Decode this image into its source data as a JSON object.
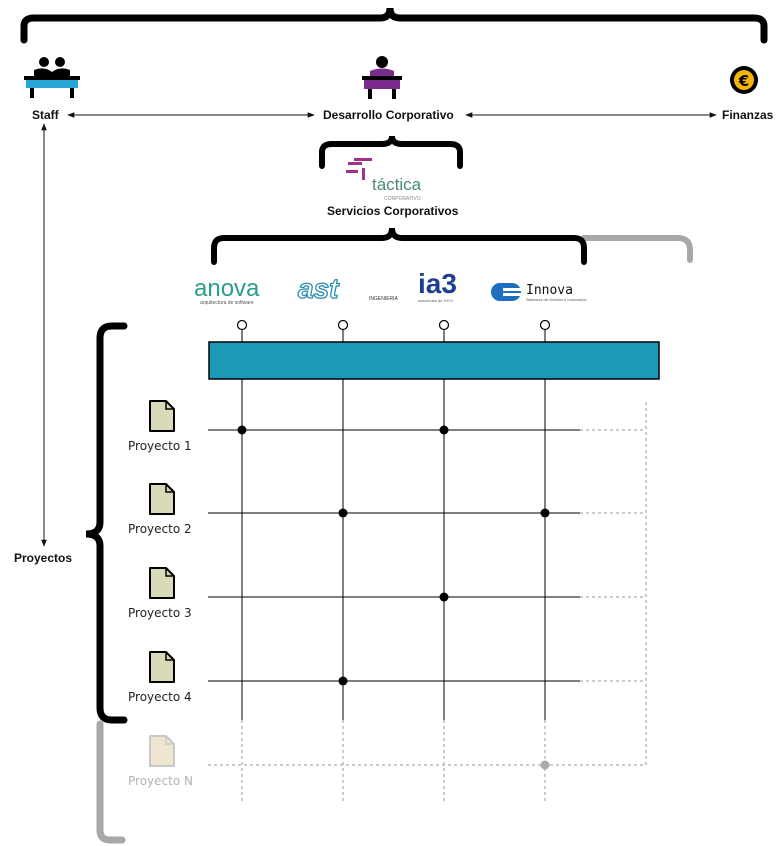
{
  "top": {
    "staff": "Staff",
    "desarrollo": "Desarrollo Corporativo",
    "finanzas": "Finanzas",
    "finanzas_symbol": "€"
  },
  "services": {
    "tactica_logo": "táctica",
    "tactica_subtext": "CORPORATIVO",
    "label": "Servicios Corporativos"
  },
  "companies": [
    {
      "logo": "anova",
      "tagline": "arquitectura de software",
      "icon": "anova-logo"
    },
    {
      "logo": "ast",
      "tagline": "INGENIERIA",
      "icon": "ast-logo"
    },
    {
      "logo": "ia3",
      "tagline": "soluciones de I+D+i",
      "icon": "ia3-logo"
    },
    {
      "logo": "Innova",
      "tagline": "Sistemas de Gestión e Innovación",
      "icon": "innova-logo"
    }
  ],
  "left_label": "Proyectos",
  "projects": [
    {
      "label": "Proyecto 1",
      "active": true
    },
    {
      "label": "Proyecto 2",
      "active": true
    },
    {
      "label": "Proyecto 3",
      "active": true
    },
    {
      "label": "Proyecto 4",
      "active": true
    },
    {
      "label": "Proyecto N",
      "active": false
    }
  ],
  "connections": [
    {
      "project": "Proyecto 1",
      "companies": [
        "anova",
        "ia3"
      ]
    },
    {
      "project": "Proyecto 2",
      "companies": [
        "ast",
        "Innova"
      ]
    },
    {
      "project": "Proyecto 3",
      "companies": [
        "ia3"
      ]
    },
    {
      "project": "Proyecto 4",
      "companies": [
        "ast"
      ]
    },
    {
      "project": "Proyecto N",
      "companies": [
        "Innova"
      ]
    }
  ],
  "colors": {
    "bar": "#1b9ab8",
    "staff_icon": "#29a8d8",
    "desarrollo_icon": "#7b2a8e",
    "tactica_green": "#4a8a72",
    "tactica_purple": "#a0328e",
    "anova_teal": "#2a9d8f",
    "ia3_blue": "#1d3f8f",
    "innova_blue": "#1e6fc0",
    "euro": "#f2b705",
    "faded_brace": "#a8a8a8",
    "doc_fill": "#d9dbb8",
    "doc_faded": "#efe6cf"
  }
}
